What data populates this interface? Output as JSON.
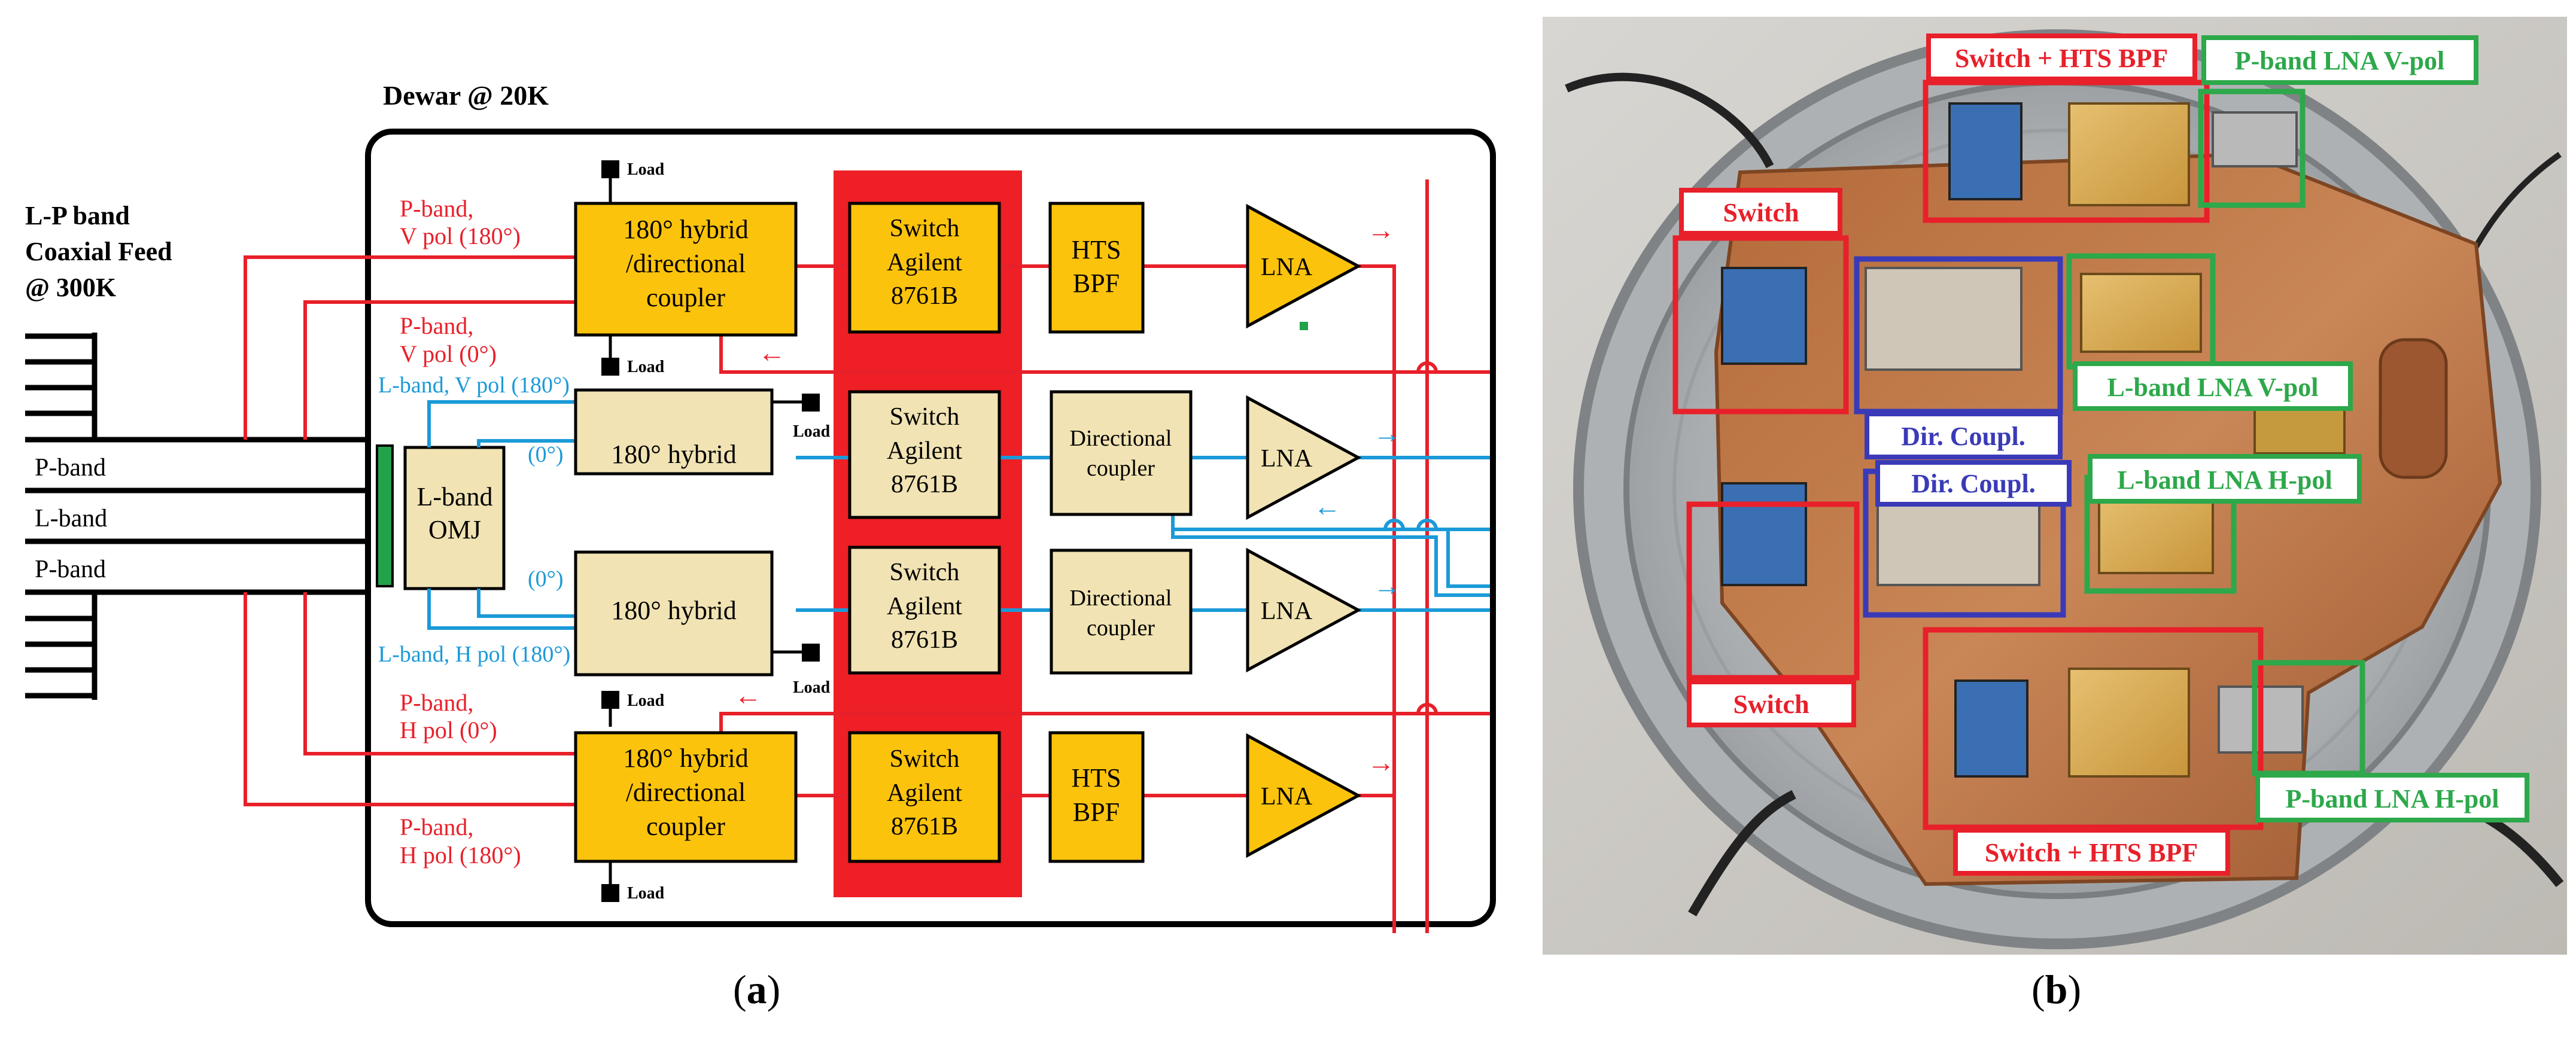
{
  "diagram": {
    "dewar_label": "Dewar @ 20K",
    "feed_label": [
      "L-P band",
      "Coaxial Feed",
      "@ 300K"
    ],
    "feed_bands": [
      "P-band",
      "L-band",
      "P-band"
    ],
    "omj_label": [
      "L-band",
      "OMJ"
    ],
    "load_label": "Load",
    "port_labels": {
      "p_v180": [
        "P-band,",
        "V pol (180°)"
      ],
      "p_v0": [
        "P-band,",
        "V pol (0°)"
      ],
      "l_v180": "L-band, V pol (180°)",
      "l_0_top": "(0°)",
      "l_0_bottom": "(0°)",
      "l_h180": "L-band, H pol (180°)",
      "p_h0": [
        "P-band,",
        "H pol (0°)"
      ],
      "p_h180": [
        "P-band,",
        "H pol (180°)"
      ]
    },
    "hybrid_coupler": [
      "180° hybrid",
      "/directional",
      "coupler"
    ],
    "hybrid": "180° hybrid",
    "switch": [
      "Switch",
      "Agilent",
      "8761B"
    ],
    "hts_bpf": [
      "HTS",
      "BPF"
    ],
    "dir_coupler": [
      "Directional",
      "coupler"
    ],
    "lna": "LNA",
    "arrow_right": "→",
    "arrow_left": "←",
    "colors": {
      "p_band": "#e8202a",
      "l_band": "#1b9ad8",
      "orange_box": "#fcc30c",
      "beige_box": "#f1e3b3",
      "switch_bg": "#ee1f25",
      "omj_bar": "#22a24a"
    }
  },
  "photo": {
    "labels": {
      "switch_hts_top": "Switch + HTS BPF",
      "p_lna_v": "P-band LNA V-pol",
      "switch_top": "Switch",
      "l_lna_v": "L-band LNA V-pol",
      "dir_coupl_1": "Dir. Coupl.",
      "dir_coupl_2": "Dir. Coupl.",
      "l_lna_h": "L-band LNA H-pol",
      "switch_bottom": "Switch",
      "p_lna_h": "P-band LNA H-pol",
      "switch_hts_bottom": "Switch + HTS BPF"
    },
    "colors": {
      "red": "#e8202a",
      "green": "#2da84a",
      "blue": "#3a3ab8"
    }
  },
  "captions": {
    "a": "a",
    "b": "b"
  }
}
